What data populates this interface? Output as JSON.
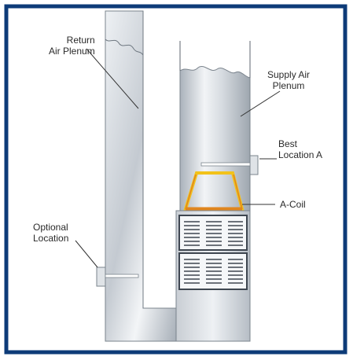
{
  "diagram": {
    "labels": {
      "return_air_plenum": [
        "Return",
        "Air Plenum"
      ],
      "supply_air_plenum": [
        "Supply Air",
        "Plenum"
      ],
      "best_location": [
        "Best",
        "Location A"
      ],
      "a_coil": "A-Coil",
      "optional_location": [
        "Optional",
        "Location"
      ]
    },
    "colors": {
      "frame_border": "#0d3b78",
      "coil_orange": "#e0861f",
      "coil_yellow": "#f2c21a",
      "metal_light": "#f4f6f8",
      "metal_dark": "#9aa3ad"
    }
  }
}
